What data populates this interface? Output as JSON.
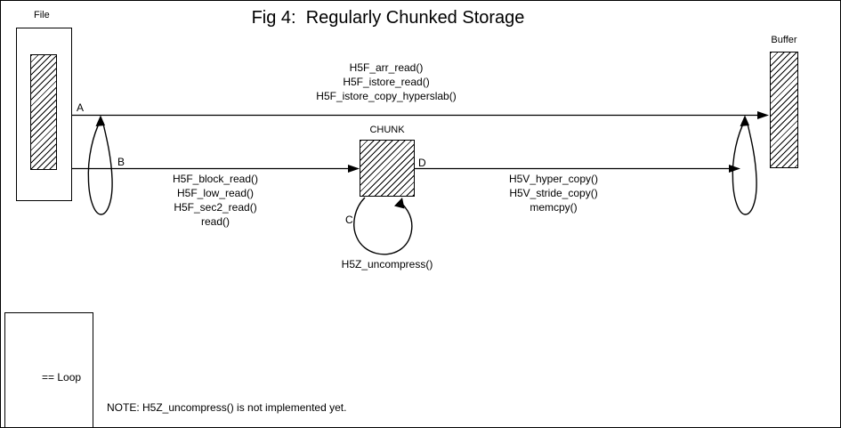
{
  "title": "Fig 4:  Regularly Chunked Storage",
  "colors": {
    "ink": "#000000",
    "paper": "#ffffff"
  },
  "nodes": {
    "file": {
      "label": "File"
    },
    "buffer": {
      "label": "Buffer"
    },
    "chunk": {
      "label": "CHUNK"
    }
  },
  "edges": {
    "a": {
      "label": "A",
      "functions": [
        "H5F_arr_read()",
        "H5F_istore_read()",
        "H5F_istore_copy_hyperslab()"
      ]
    },
    "b": {
      "label": "B",
      "functions": [
        "H5F_block_read()",
        "H5F_low_read()",
        "H5F_sec2_read()",
        "read()"
      ]
    },
    "c": {
      "label": "C",
      "functions": [
        "H5Z_uncompress()"
      ]
    },
    "d": {
      "label": "D",
      "functions": [
        "H5V_hyper_copy()",
        "H5V_stride_copy()",
        "memcpy()"
      ]
    }
  },
  "legend": {
    "loop_label": "== Loop"
  },
  "note": "NOTE: H5Z_uncompress() is not implemented yet."
}
